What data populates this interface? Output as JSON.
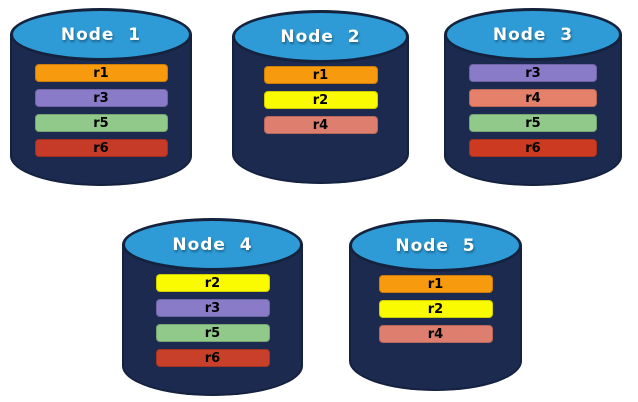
{
  "diagram": {
    "colors": {
      "background": "#FFFFFF",
      "cylinder_body": "#1B2A4E",
      "cylinder_top": "#2E9BD6",
      "cylinder_outline": "#15223E",
      "label_text": "#FFFFFF",
      "bar_text": "#000000"
    },
    "replica_colors": {
      "r1": "#F89A0D",
      "r2": "#FAFA00",
      "r3": "#8A7BC8",
      "r4": "#DD7E6E",
      "r5": "#90C98A",
      "r6": "#C63C26"
    },
    "nodes": [
      {
        "label": "Node  1",
        "replicas": [
          {
            "id": "r1",
            "color": "#F89A0D"
          },
          {
            "id": "r3",
            "color": "#8A7BC8"
          },
          {
            "id": "r5",
            "color": "#90C98A"
          },
          {
            "id": "r6",
            "color": "#C53B28"
          }
        ]
      },
      {
        "label": "Node  2",
        "replicas": [
          {
            "id": "r1",
            "color": "#F89A0D"
          },
          {
            "id": "r2",
            "color": "#FAFA00"
          },
          {
            "id": "r4",
            "color": "#DD7E6E"
          }
        ]
      },
      {
        "label": "Node  3",
        "replicas": [
          {
            "id": "r3",
            "color": "#8A7BC8"
          },
          {
            "id": "r4",
            "color": "#E5806B"
          },
          {
            "id": "r5",
            "color": "#90C98A"
          },
          {
            "id": "r6",
            "color": "#CC3A22"
          }
        ]
      },
      {
        "label": "Node  4",
        "replicas": [
          {
            "id": "r2",
            "color": "#FAFA00"
          },
          {
            "id": "r3",
            "color": "#8A7BC8"
          },
          {
            "id": "r5",
            "color": "#90C98A"
          },
          {
            "id": "r6",
            "color": "#C8402A"
          }
        ]
      },
      {
        "label": "Node  5",
        "replicas": [
          {
            "id": "r1",
            "color": "#F89A0D"
          },
          {
            "id": "r2",
            "color": "#FAFA00"
          },
          {
            "id": "r4",
            "color": "#DD7E6E"
          }
        ]
      }
    ]
  }
}
